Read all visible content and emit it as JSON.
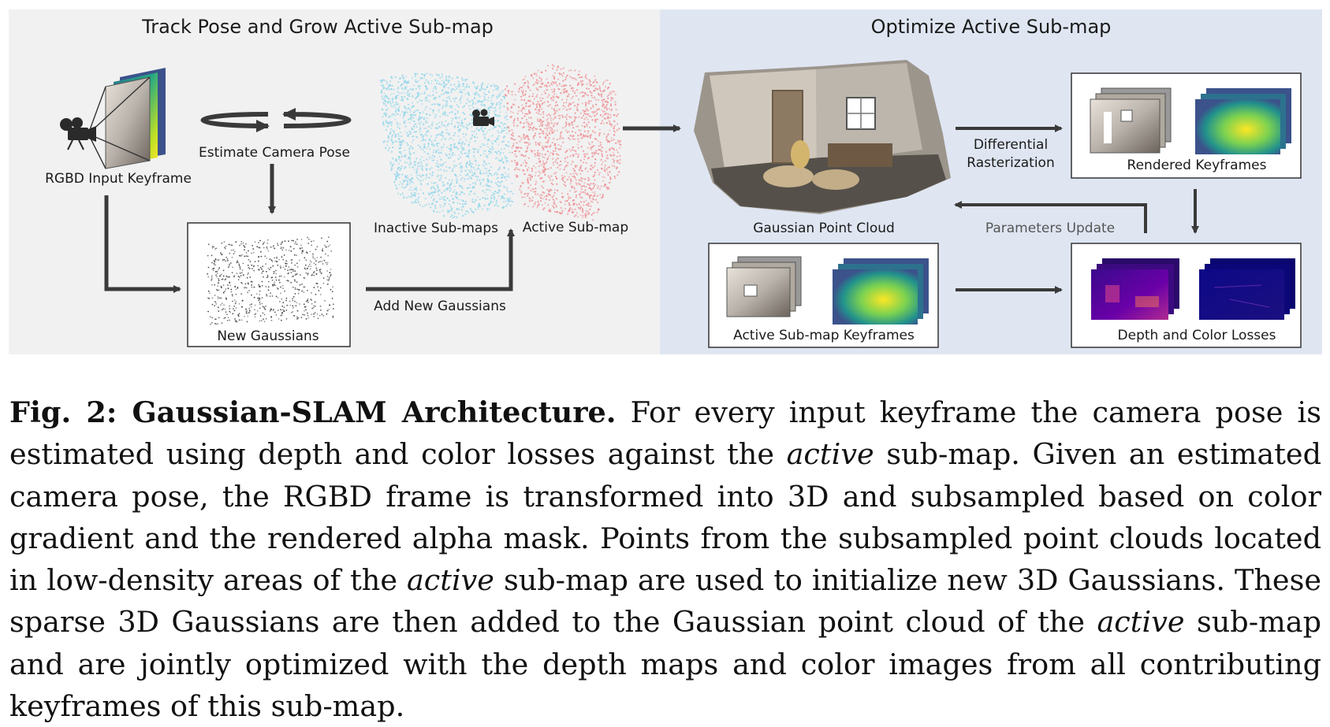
{
  "figure": {
    "left_panel_title": "Track Pose and Grow Active Sub-map",
    "right_panel_title": "Optimize Active Sub-map",
    "labels": {
      "rgbd_input": "RGBD Input Keyframe",
      "estimate_pose": "Estimate Camera Pose",
      "new_gaussians": "New Gaussians",
      "add_new_gaussians": "Add New Gaussians",
      "inactive_submaps": "Inactive Sub-maps",
      "active_submap": "Active Sub-map",
      "gaussian_point_cloud": "Gaussian Point Cloud",
      "differential_line1": "Differential",
      "differential_line2": "Rasterization",
      "rendered_keyframes": "Rendered Keyframes",
      "parameters_update": "Parameters Update",
      "active_submap_keyframes": "Active Sub-map Keyframes",
      "depth_color_losses": "Depth and Color Losses"
    }
  },
  "caption": {
    "label": "Fig. 2: Gaussian-SLAM Architecture.",
    "p1": " For every input keyframe the camera pose is estimated using depth and color losses against the ",
    "em1": "active",
    "p2": " sub-map. Given an estimated camera pose, the RGBD frame is transformed into 3D and subsampled based on color gradient and the rendered alpha mask. Points from the subsampled point clouds located in low-density areas of the ",
    "em2": "active",
    "p3": " sub-map are used to initialize new 3D Gaussians. These sparse 3D Gaussians are then added to the Gaussian point cloud of the ",
    "em3": "active",
    "p4": " sub-map and are jointly optimized with the depth maps and color images from all contributing keyframes of this sub-map."
  },
  "colors": {
    "left_panel_bg": "#f1f1f1",
    "right_panel_bg": "#dfe6f2",
    "inactive_points": "#8fd6ea",
    "active_points": "#ee8c90",
    "arrow": "#3a3a3a"
  }
}
